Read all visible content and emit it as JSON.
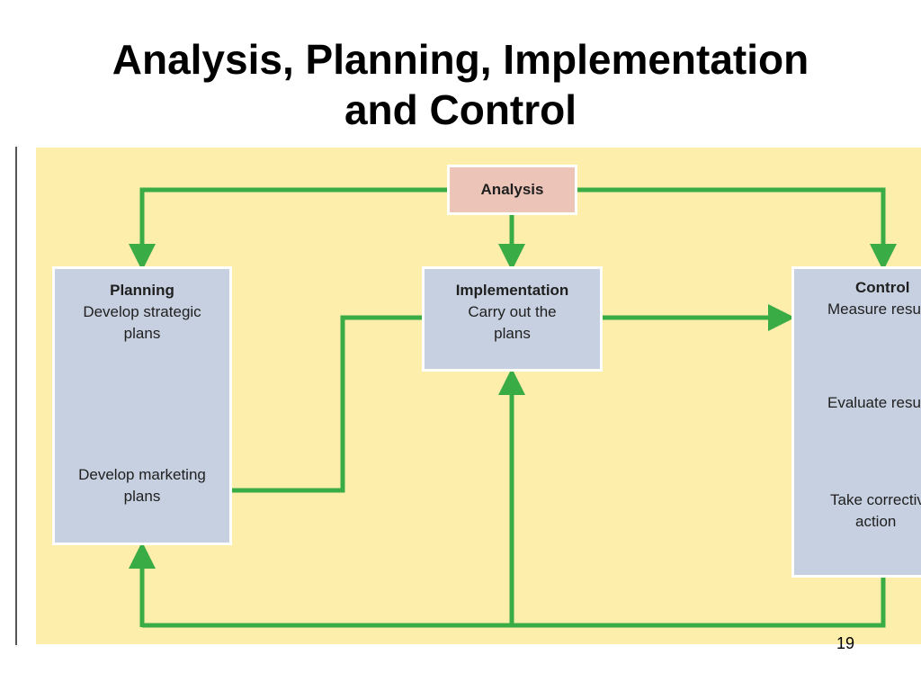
{
  "slide": {
    "title_line1": "Analysis, Planning, Implementation",
    "title_line2": "and Control",
    "page_number": "19"
  },
  "diagram": {
    "colors": {
      "background": "#fdeeab",
      "arrow": "#3aac46",
      "analysis_box": "#ecc5b8",
      "process_box": "#c7d0e0",
      "box_border": "#ffffff"
    },
    "analysis": {
      "title": "Analysis"
    },
    "planning": {
      "title": "Planning",
      "step1_line1": "Develop strategic",
      "step1_line2": "plans",
      "step2_line1": "Develop marketing",
      "step2_line2": "plans"
    },
    "implementation": {
      "title": "Implementation",
      "line1": "Carry out the",
      "line2": "plans"
    },
    "control": {
      "title": "Control",
      "step1": "Measure resu",
      "step2": "Evaluate resu",
      "step3_line1": "Take correctiv",
      "step3_line2": "action"
    }
  }
}
